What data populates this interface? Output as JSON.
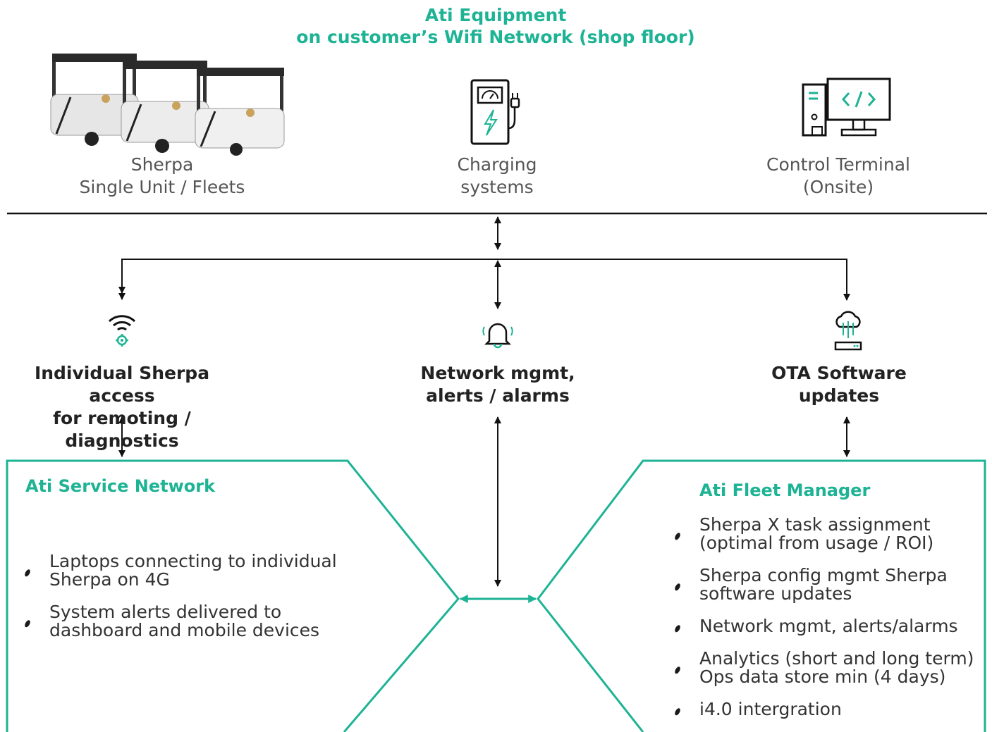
{
  "header": {
    "line1": "Ati Equipment",
    "line2": "on customer’s Wifi Network (shop floor)"
  },
  "equipment": [
    {
      "line1": "Sherpa",
      "line2": "Single Unit / Fleets",
      "icon": "robot-fleet-image"
    },
    {
      "line1": "Charging",
      "line2": "systems",
      "icon": "charging-station-icon"
    },
    {
      "line1": "Control Terminal",
      "line2": "(Onsite)",
      "icon": "computer-terminal-icon"
    }
  ],
  "services": [
    {
      "line1": "Individual Sherpa access",
      "line2": "for remoting / diagnostics",
      "icon": "wifi-gear-icon"
    },
    {
      "line1": "Network mgmt,",
      "line2": "alerts / alarms",
      "icon": "bell-icon"
    },
    {
      "line1": "OTA Software",
      "line2": "updates",
      "icon": "cloud-server-icon"
    }
  ],
  "service_network": {
    "title": "Ati Service Network",
    "items": [
      {
        "line1": "Laptops connecting to individual",
        "line2": "Sherpa on 4G"
      },
      {
        "line1": "System alerts delivered to",
        "line2": "dashboard and mobile devices"
      }
    ]
  },
  "fleet_manager": {
    "title": "Ati Fleet Manager",
    "items": [
      {
        "line1": "Sherpa X task assignment",
        "line2": "(optimal from  usage / ROI)"
      },
      {
        "line1": "Sherpa config mgmt Sherpa",
        "line2": "software updates"
      },
      {
        "line1": "Network mgmt, alerts/alarms",
        "line2": ""
      },
      {
        "line1": "Analytics (short and long term)",
        "line2": "Ops data store min (4 days)"
      },
      {
        "line1": "i4.0 intergration",
        "line2": ""
      }
    ]
  },
  "colors": {
    "accent": "#1db394",
    "line": "#111111"
  }
}
